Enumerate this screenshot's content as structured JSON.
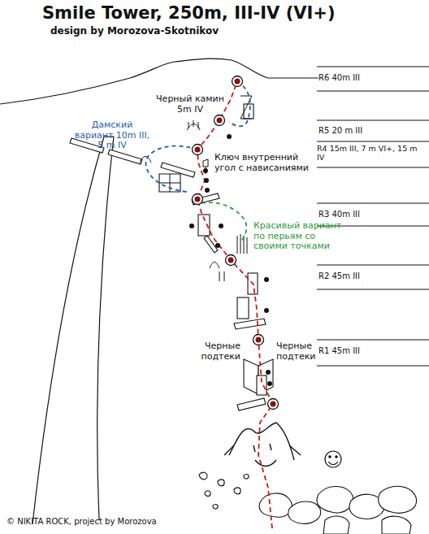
{
  "diagram": {
    "title": "Smile Tower, 250m, III-IV (VI+)",
    "labels": [
      "design by Morozova-Skotnikov",
      "R6 40m III",
      "Черный камин 5m IV",
      "R5 20 m III",
      "Дамский вариант 10m III, 5 m IV",
      "R4 15m III, 7 m VI+, 15 m IV",
      "Ключ внутренний угол с нависаниями",
      "R3 40m III",
      "Красивый вариант по перьям со своими точками",
      "R2 45m III",
      "Черные подтеки",
      "Черные подтеки",
      "R1 45m III",
      "© NIKITA ROCK, project by Morozova"
    ]
  }
}
